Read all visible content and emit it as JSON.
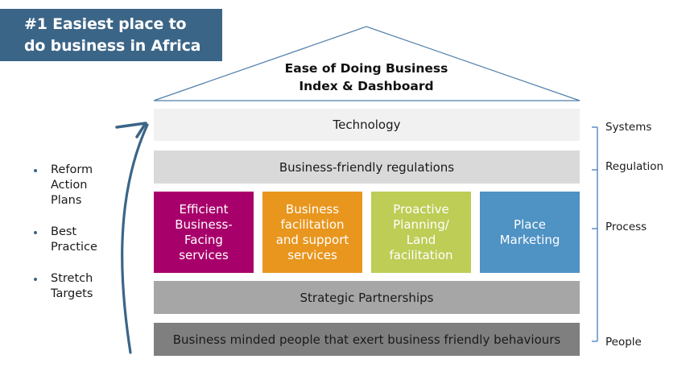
{
  "title_box": {
    "line1": "#1 Easiest place to",
    "line2": "do business in Africa",
    "background": "#3b6587"
  },
  "roof": {
    "line1": "Ease of Doing Business",
    "line2": "Index & Dashboard",
    "stroke_color": "#4f7fab"
  },
  "layers": {
    "technology": "Technology",
    "regulations": "Business-friendly regulations",
    "pillars": [
      {
        "label": "Efficient Business-Facing services",
        "lines": [
          "Efficient",
          "Business-",
          "Facing",
          "services"
        ],
        "color": "#a8006a"
      },
      {
        "label": "Business facilitation and support services",
        "lines": [
          "Business",
          "facilitation",
          "and support",
          "services"
        ],
        "color": "#e8961e"
      },
      {
        "label": "Proactive Planning/ Land facilitation",
        "lines": [
          "Proactive",
          "Planning/",
          "Land",
          "facilitation"
        ],
        "color": "#bdcd56"
      },
      {
        "label": "Place Marketing",
        "lines": [
          "Place",
          "Marketing"
        ],
        "color": "#4f92c4"
      }
    ],
    "partnerships": "Strategic Partnerships",
    "people": "Business minded people that exert business friendly behaviours"
  },
  "bullets": [
    {
      "lines": [
        "Reform",
        "Action",
        "Plans"
      ]
    },
    {
      "lines": [
        "Best",
        "Practice"
      ]
    },
    {
      "lines": [
        "Stretch",
        "Targets"
      ]
    }
  ],
  "side_labels": {
    "systems": "Systems",
    "regulation": "Regulation",
    "process": "Process",
    "people": "People",
    "bracket_color": "#5b8fc7"
  },
  "arrow": {
    "icon": "curved-up-arrow-icon",
    "color": "#3b6587"
  }
}
